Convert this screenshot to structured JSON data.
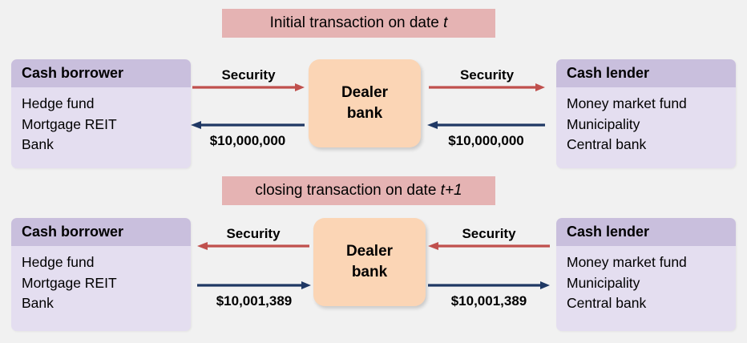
{
  "diagram": {
    "title_top": "Initial transaction on date t",
    "title_top_plain": "Initial transaction on date ",
    "title_top_italic": "t",
    "title_bottom_plain": "closing transaction on date ",
    "title_bottom_italic": "t+1",
    "colors": {
      "background": "#f1f1f1",
      "banner": "#e5b3b3",
      "party_header": "#c9bfdd",
      "party_body": "#e4def0",
      "dealer": "#fbd5b5",
      "security_arrow": "#c0504d",
      "cash_arrow": "#1f3864"
    }
  },
  "panels": [
    {
      "id": "initial",
      "banner_plain": "Initial transaction on date ",
      "banner_italic": "t",
      "borrower": {
        "header": "Cash borrower",
        "items": [
          "Hedge fund",
          "Mortgage REIT",
          "Bank"
        ]
      },
      "lender": {
        "header": "Cash lender",
        "items": [
          "Money market fund",
          "Municipality",
          "Central bank"
        ]
      },
      "dealer": {
        "line1": "Dealer",
        "line2": "bank"
      },
      "arrows": {
        "security_left": {
          "label": "Security",
          "direction": "right",
          "color": "#c0504d"
        },
        "security_right": {
          "label": "Security",
          "direction": "right",
          "color": "#c0504d"
        },
        "cash_left": {
          "label": "$10,000,000",
          "direction": "left",
          "color": "#1f3864"
        },
        "cash_right": {
          "label": "$10,000,000",
          "direction": "left",
          "color": "#1f3864"
        }
      }
    },
    {
      "id": "closing",
      "banner_plain": "closing transaction on date ",
      "banner_italic": "t+1",
      "borrower": {
        "header": "Cash borrower",
        "items": [
          "Hedge fund",
          "Mortgage REIT",
          "Bank"
        ]
      },
      "lender": {
        "header": "Cash lender",
        "items": [
          "Money market fund",
          "Municipality",
          "Central bank"
        ]
      },
      "dealer": {
        "line1": "Dealer",
        "line2": "bank"
      },
      "arrows": {
        "security_left": {
          "label": "Security",
          "direction": "left",
          "color": "#c0504d"
        },
        "security_right": {
          "label": "Security",
          "direction": "left",
          "color": "#c0504d"
        },
        "cash_left": {
          "label": "$10,001,389",
          "direction": "right",
          "color": "#1f3864"
        },
        "cash_right": {
          "label": "$10,001,389",
          "direction": "right",
          "color": "#1f3864"
        }
      }
    }
  ]
}
